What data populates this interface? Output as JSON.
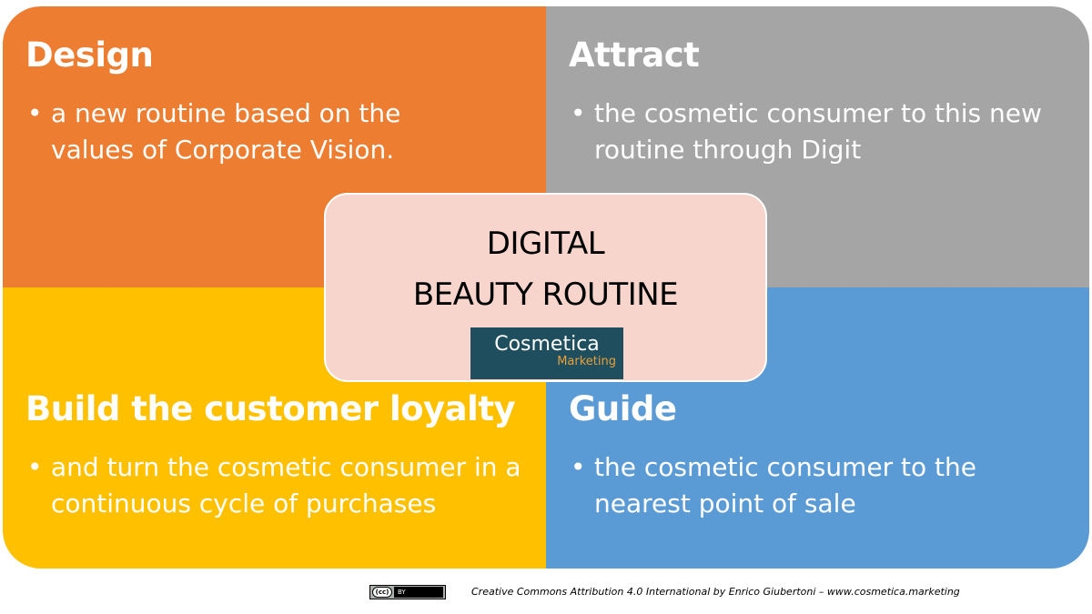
{
  "quadrants": {
    "design": {
      "title": "Design",
      "bullet": "a new routine based on the values of Corporate Vision.",
      "color": "#ED7D31"
    },
    "attract": {
      "title": "Attract",
      "bullet": " the cosmetic consumer to this new routine through Digit",
      "color": "#A5A5A5"
    },
    "loyalty": {
      "title": "Build the customer loyalty",
      "bullet": "and turn the cosmetic consumer in a continuous cycle of purchases",
      "color": "#FFC000"
    },
    "guide": {
      "title": "Guide",
      "bullet": " the cosmetic consumer to the nearest point of sale",
      "color": "#5B9BD5"
    }
  },
  "bullet_symbol": "•",
  "center": {
    "line1": "DIGITAL",
    "line2": "BEAUTY ROUTINE",
    "background": "#F8D5CC"
  },
  "logo": {
    "main": "Cosmetica",
    "sub": "Marketing",
    "background": "#1F4E5F",
    "sub_color": "#E8A03A"
  },
  "footer": {
    "license_badge_left": "(cc)",
    "license_badge_right": "BY",
    "credit": "Creative Commons Attribution 4.0 International by  Enrico Giubertoni – www.cosmetica.marketing"
  }
}
